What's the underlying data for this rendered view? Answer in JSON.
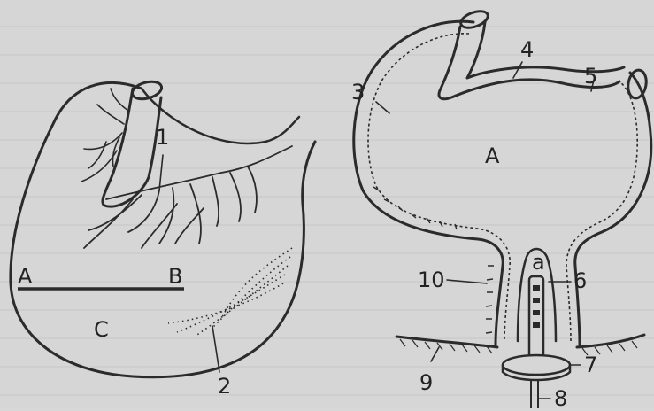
{
  "colors": {
    "paper": "#d8d8d8",
    "ink": "#2b2b2b"
  },
  "left_figure": {
    "labels": {
      "n1": "1",
      "n2": "2",
      "a": "A",
      "b": "B",
      "c": "C"
    }
  },
  "right_figure": {
    "labels": {
      "n3": "3",
      "n4": "4",
      "n5": "5",
      "cavity": "A",
      "pouch": "a",
      "n6": "6",
      "n7": "7",
      "n8": "8",
      "n9": "9",
      "n10": "10"
    }
  }
}
